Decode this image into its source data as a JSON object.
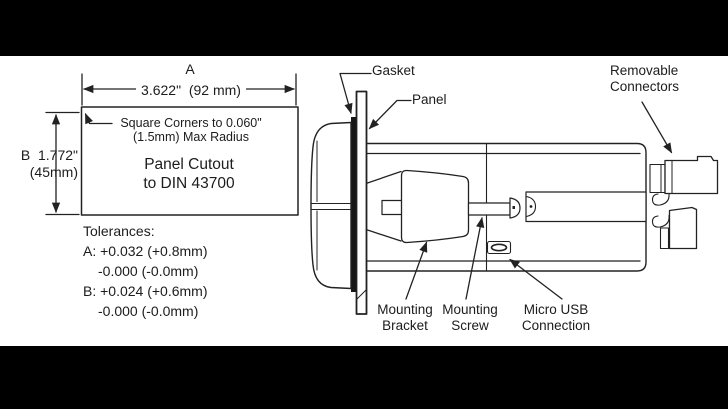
{
  "colors": {
    "background": "#000000",
    "sheet": "#ffffff",
    "line": "#222222",
    "text": "#1c1c1c",
    "gasket_fill": "#161616"
  },
  "cutout": {
    "dim_a_letter": "A",
    "dim_a_value": "3.622\"  (92 mm)",
    "dim_b_line1": "B  1.772\"",
    "dim_b_line2": "(45mm)",
    "corner_note_line1": "Square Corners to 0.060\"",
    "corner_note_line2": "(1.5mm) Max Radius",
    "title_line1": "Panel Cutout",
    "title_line2": "to DIN 43700",
    "tolerances_title": "Tolerances:",
    "tolerance_a_plus": "A: +0.032 (+0.8mm)",
    "tolerance_a_minus": "-0.000 (-0.0mm)",
    "tolerance_b_plus": "B: +0.024 (+0.6mm)",
    "tolerance_b_minus": "-0.000 (-0.0mm)"
  },
  "side_view": {
    "gasket_label": "Gasket",
    "panel_label": "Panel",
    "connectors_label_line1": "Removable",
    "connectors_label_line2": "Connectors",
    "bracket_label_line1": "Mounting",
    "bracket_label_line2": "Bracket",
    "screw_label_line1": "Mounting",
    "screw_label_line2": "Screw",
    "usb_label_line1": "Micro USB",
    "usb_label_line2": "Connection"
  }
}
